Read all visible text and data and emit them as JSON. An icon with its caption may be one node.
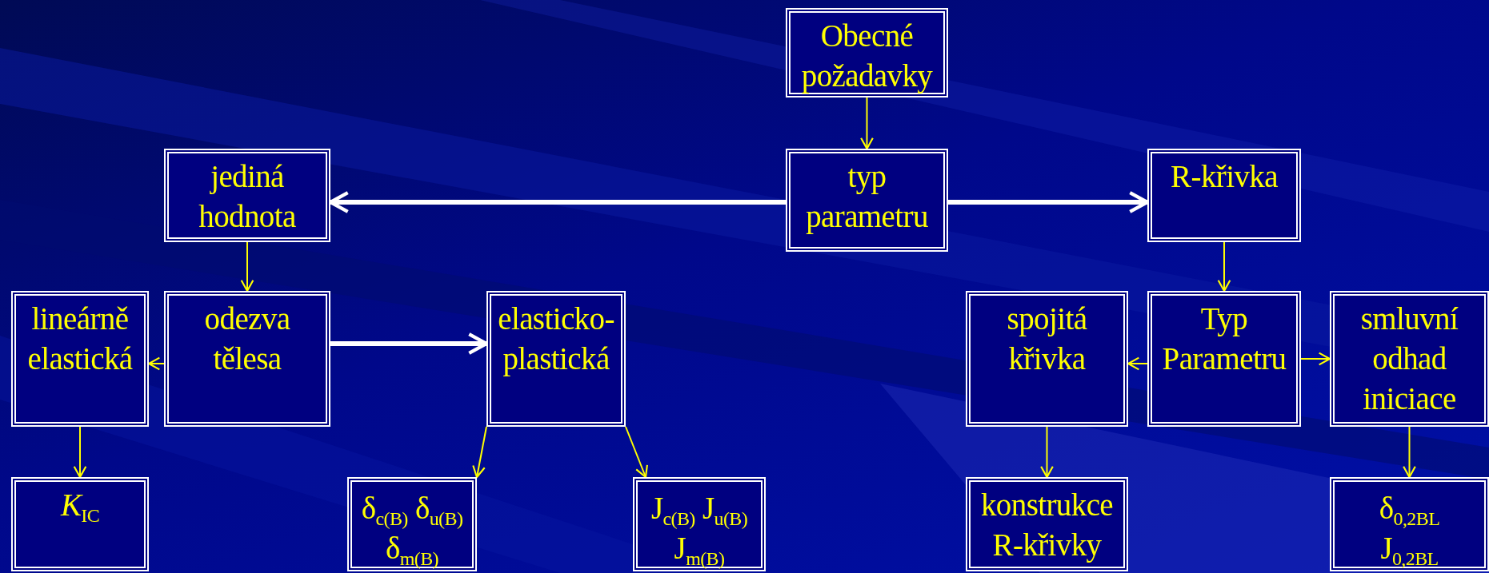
{
  "diagram": {
    "nodes": [
      {
        "text": [
          "Obecné požadavky"
        ]
      },
      {
        "text": [
          "jediná hodnota"
        ]
      },
      {
        "text": [
          "typ parametru"
        ]
      },
      {
        "text": [
          "R-křivka"
        ]
      },
      {
        "text": [
          "lineárně elastická"
        ]
      },
      {
        "text": [
          "odezva tělesa"
        ]
      },
      {
        "text": [
          "elasticko-plastická"
        ]
      },
      {
        "text": [
          "spojitá křivka"
        ]
      },
      {
        "text": [
          "Typ Parametru"
        ]
      },
      {
        "text": [
          "smluvní odhad iniciace"
        ]
      },
      {
        "text": [
          "*K*$_{IC}$"
        ]
      },
      {
        "text": [
          "δ$_{c(B)}$ δ$_{u(B)}$ δ$_{m(B)}$"
        ]
      },
      {
        "text": [
          "J$_{c(B)}$ J$_{u(B)}$ J$_{m(B)}$"
        ]
      },
      {
        "text": [
          "konstrukce R-křivky"
        ]
      },
      {
        "text": [
          "δ$_{0,2BL}$",
          "J$_{0,2BL}$"
        ]
      }
    ],
    "edges": [
      {
        "from": 0,
        "to": 2,
        "arrow": "to"
      },
      {
        "from": 2,
        "to": 1,
        "arrow": "to",
        "style": "thick",
        "color": "#ffffff"
      },
      {
        "from": 2,
        "to": 3,
        "arrow": "to",
        "style": "thick",
        "color": "#ffffff"
      },
      {
        "from": 1,
        "to": 5,
        "arrow": "to"
      },
      {
        "from": 3,
        "to": 8,
        "arrow": "to"
      },
      {
        "from": 5,
        "to": 4,
        "arrow": "to"
      },
      {
        "from": 5,
        "to": 6,
        "arrow": "to",
        "style": "thick",
        "color": "#ffffff"
      },
      {
        "from": 8,
        "to": 7,
        "arrow": "to"
      },
      {
        "from": 8,
        "to": 9,
        "arrow": "to"
      },
      {
        "from": 4,
        "to": 10,
        "arrow": "to"
      },
      {
        "from": 6,
        "to": 11,
        "arrow": "to"
      },
      {
        "from": 6,
        "to": 12,
        "arrow": "to"
      },
      {
        "from": 7,
        "to": 13,
        "arrow": "to"
      },
      {
        "from": 9,
        "to": 14,
        "arrow": "to"
      }
    ]
  }
}
